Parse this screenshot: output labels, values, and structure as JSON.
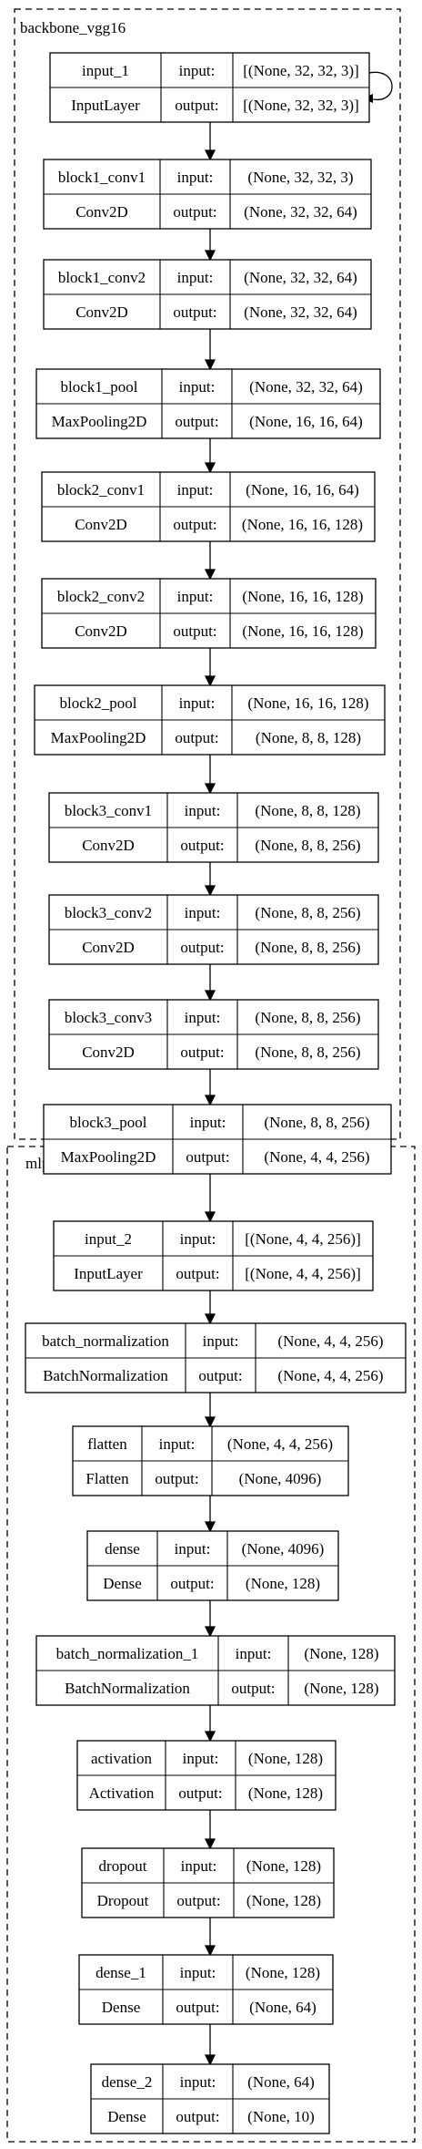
{
  "clusters": [
    {
      "label": "backbone_vgg16"
    },
    {
      "label": "mlp"
    }
  ],
  "layers": [
    {
      "name": "input_1",
      "type": "InputLayer",
      "input_label": "input:",
      "output_label": "output:",
      "input_shape": "[(None, 32, 32, 3)]",
      "output_shape": "[(None, 32, 32, 3)]"
    },
    {
      "name": "block1_conv1",
      "type": "Conv2D",
      "input_label": "input:",
      "output_label": "output:",
      "input_shape": "(None, 32, 32, 3)",
      "output_shape": "(None, 32, 32, 64)"
    },
    {
      "name": "block1_conv2",
      "type": "Conv2D",
      "input_label": "input:",
      "output_label": "output:",
      "input_shape": "(None, 32, 32, 64)",
      "output_shape": "(None, 32, 32, 64)"
    },
    {
      "name": "block1_pool",
      "type": "MaxPooling2D",
      "input_label": "input:",
      "output_label": "output:",
      "input_shape": "(None, 32, 32, 64)",
      "output_shape": "(None, 16, 16, 64)"
    },
    {
      "name": "block2_conv1",
      "type": "Conv2D",
      "input_label": "input:",
      "output_label": "output:",
      "input_shape": "(None, 16, 16, 64)",
      "output_shape": "(None, 16, 16, 128)"
    },
    {
      "name": "block2_conv2",
      "type": "Conv2D",
      "input_label": "input:",
      "output_label": "output:",
      "input_shape": "(None, 16, 16, 128)",
      "output_shape": "(None, 16, 16, 128)"
    },
    {
      "name": "block2_pool",
      "type": "MaxPooling2D",
      "input_label": "input:",
      "output_label": "output:",
      "input_shape": "(None, 16, 16, 128)",
      "output_shape": "(None, 8, 8, 128)"
    },
    {
      "name": "block3_conv1",
      "type": "Conv2D",
      "input_label": "input:",
      "output_label": "output:",
      "input_shape": "(None, 8, 8, 128)",
      "output_shape": "(None, 8, 8, 256)"
    },
    {
      "name": "block3_conv2",
      "type": "Conv2D",
      "input_label": "input:",
      "output_label": "output:",
      "input_shape": "(None, 8, 8, 256)",
      "output_shape": "(None, 8, 8, 256)"
    },
    {
      "name": "block3_conv3",
      "type": "Conv2D",
      "input_label": "input:",
      "output_label": "output:",
      "input_shape": "(None, 8, 8, 256)",
      "output_shape": "(None, 8, 8, 256)"
    },
    {
      "name": "block3_pool",
      "type": "MaxPooling2D",
      "input_label": "input:",
      "output_label": "output:",
      "input_shape": "(None, 8, 8, 256)",
      "output_shape": "(None, 4, 4, 256)"
    },
    {
      "name": "input_2",
      "type": "InputLayer",
      "input_label": "input:",
      "output_label": "output:",
      "input_shape": "[(None, 4, 4, 256)]",
      "output_shape": "[(None, 4, 4, 256)]"
    },
    {
      "name": "batch_normalization",
      "type": "BatchNormalization",
      "input_label": "input:",
      "output_label": "output:",
      "input_shape": "(None, 4, 4, 256)",
      "output_shape": "(None, 4, 4, 256)"
    },
    {
      "name": "flatten",
      "type": "Flatten",
      "input_label": "input:",
      "output_label": "output:",
      "input_shape": "(None, 4, 4, 256)",
      "output_shape": "(None, 4096)"
    },
    {
      "name": "dense",
      "type": "Dense",
      "input_label": "input:",
      "output_label": "output:",
      "input_shape": "(None, 4096)",
      "output_shape": "(None, 128)"
    },
    {
      "name": "batch_normalization_1",
      "type": "BatchNormalization",
      "input_label": "input:",
      "output_label": "output:",
      "input_shape": "(None, 128)",
      "output_shape": "(None, 128)"
    },
    {
      "name": "activation",
      "type": "Activation",
      "input_label": "input:",
      "output_label": "output:",
      "input_shape": "(None, 128)",
      "output_shape": "(None, 128)"
    },
    {
      "name": "dropout",
      "type": "Dropout",
      "input_label": "input:",
      "output_label": "output:",
      "input_shape": "(None, 128)",
      "output_shape": "(None, 128)"
    },
    {
      "name": "dense_1",
      "type": "Dense",
      "input_label": "input:",
      "output_label": "output:",
      "input_shape": "(None, 128)",
      "output_shape": "(None, 64)"
    },
    {
      "name": "dense_2",
      "type": "Dense",
      "input_label": "input:",
      "output_label": "output:",
      "input_shape": "(None, 64)",
      "output_shape": "(None, 10)"
    }
  ]
}
